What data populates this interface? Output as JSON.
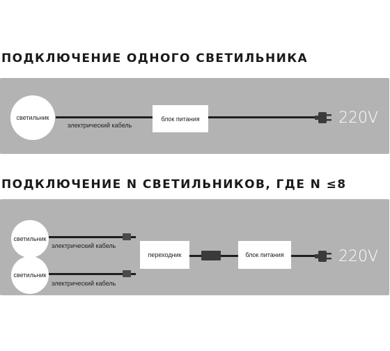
{
  "section1": {
    "title": "ПОДКЛЮЧЕНИЕ ОДНОГО СВЕТИЛЬНИКА",
    "lamp_label": "светильник",
    "cable_label": "электрический кабель",
    "psu_label": "блок питания",
    "voltage": "220V"
  },
  "section2": {
    "title": "ПОДКЛЮЧЕНИЕ N СВЕТИЛЬНИКОВ, ГДЕ N ≤8",
    "lamps": [
      {
        "label": "светильник",
        "cable_label": "электрический кабель"
      },
      {
        "label": "светильник",
        "cable_label": "электрический кабель"
      }
    ],
    "adapter_label": "переходник",
    "psu_label": "блок питания",
    "voltage": "220V"
  },
  "colors": {
    "panel": "#b3b3b3",
    "wire": "#1e1e1e",
    "box": "#ffffff",
    "text": "#1a1a1a"
  },
  "icons": [
    "plug-icon"
  ]
}
